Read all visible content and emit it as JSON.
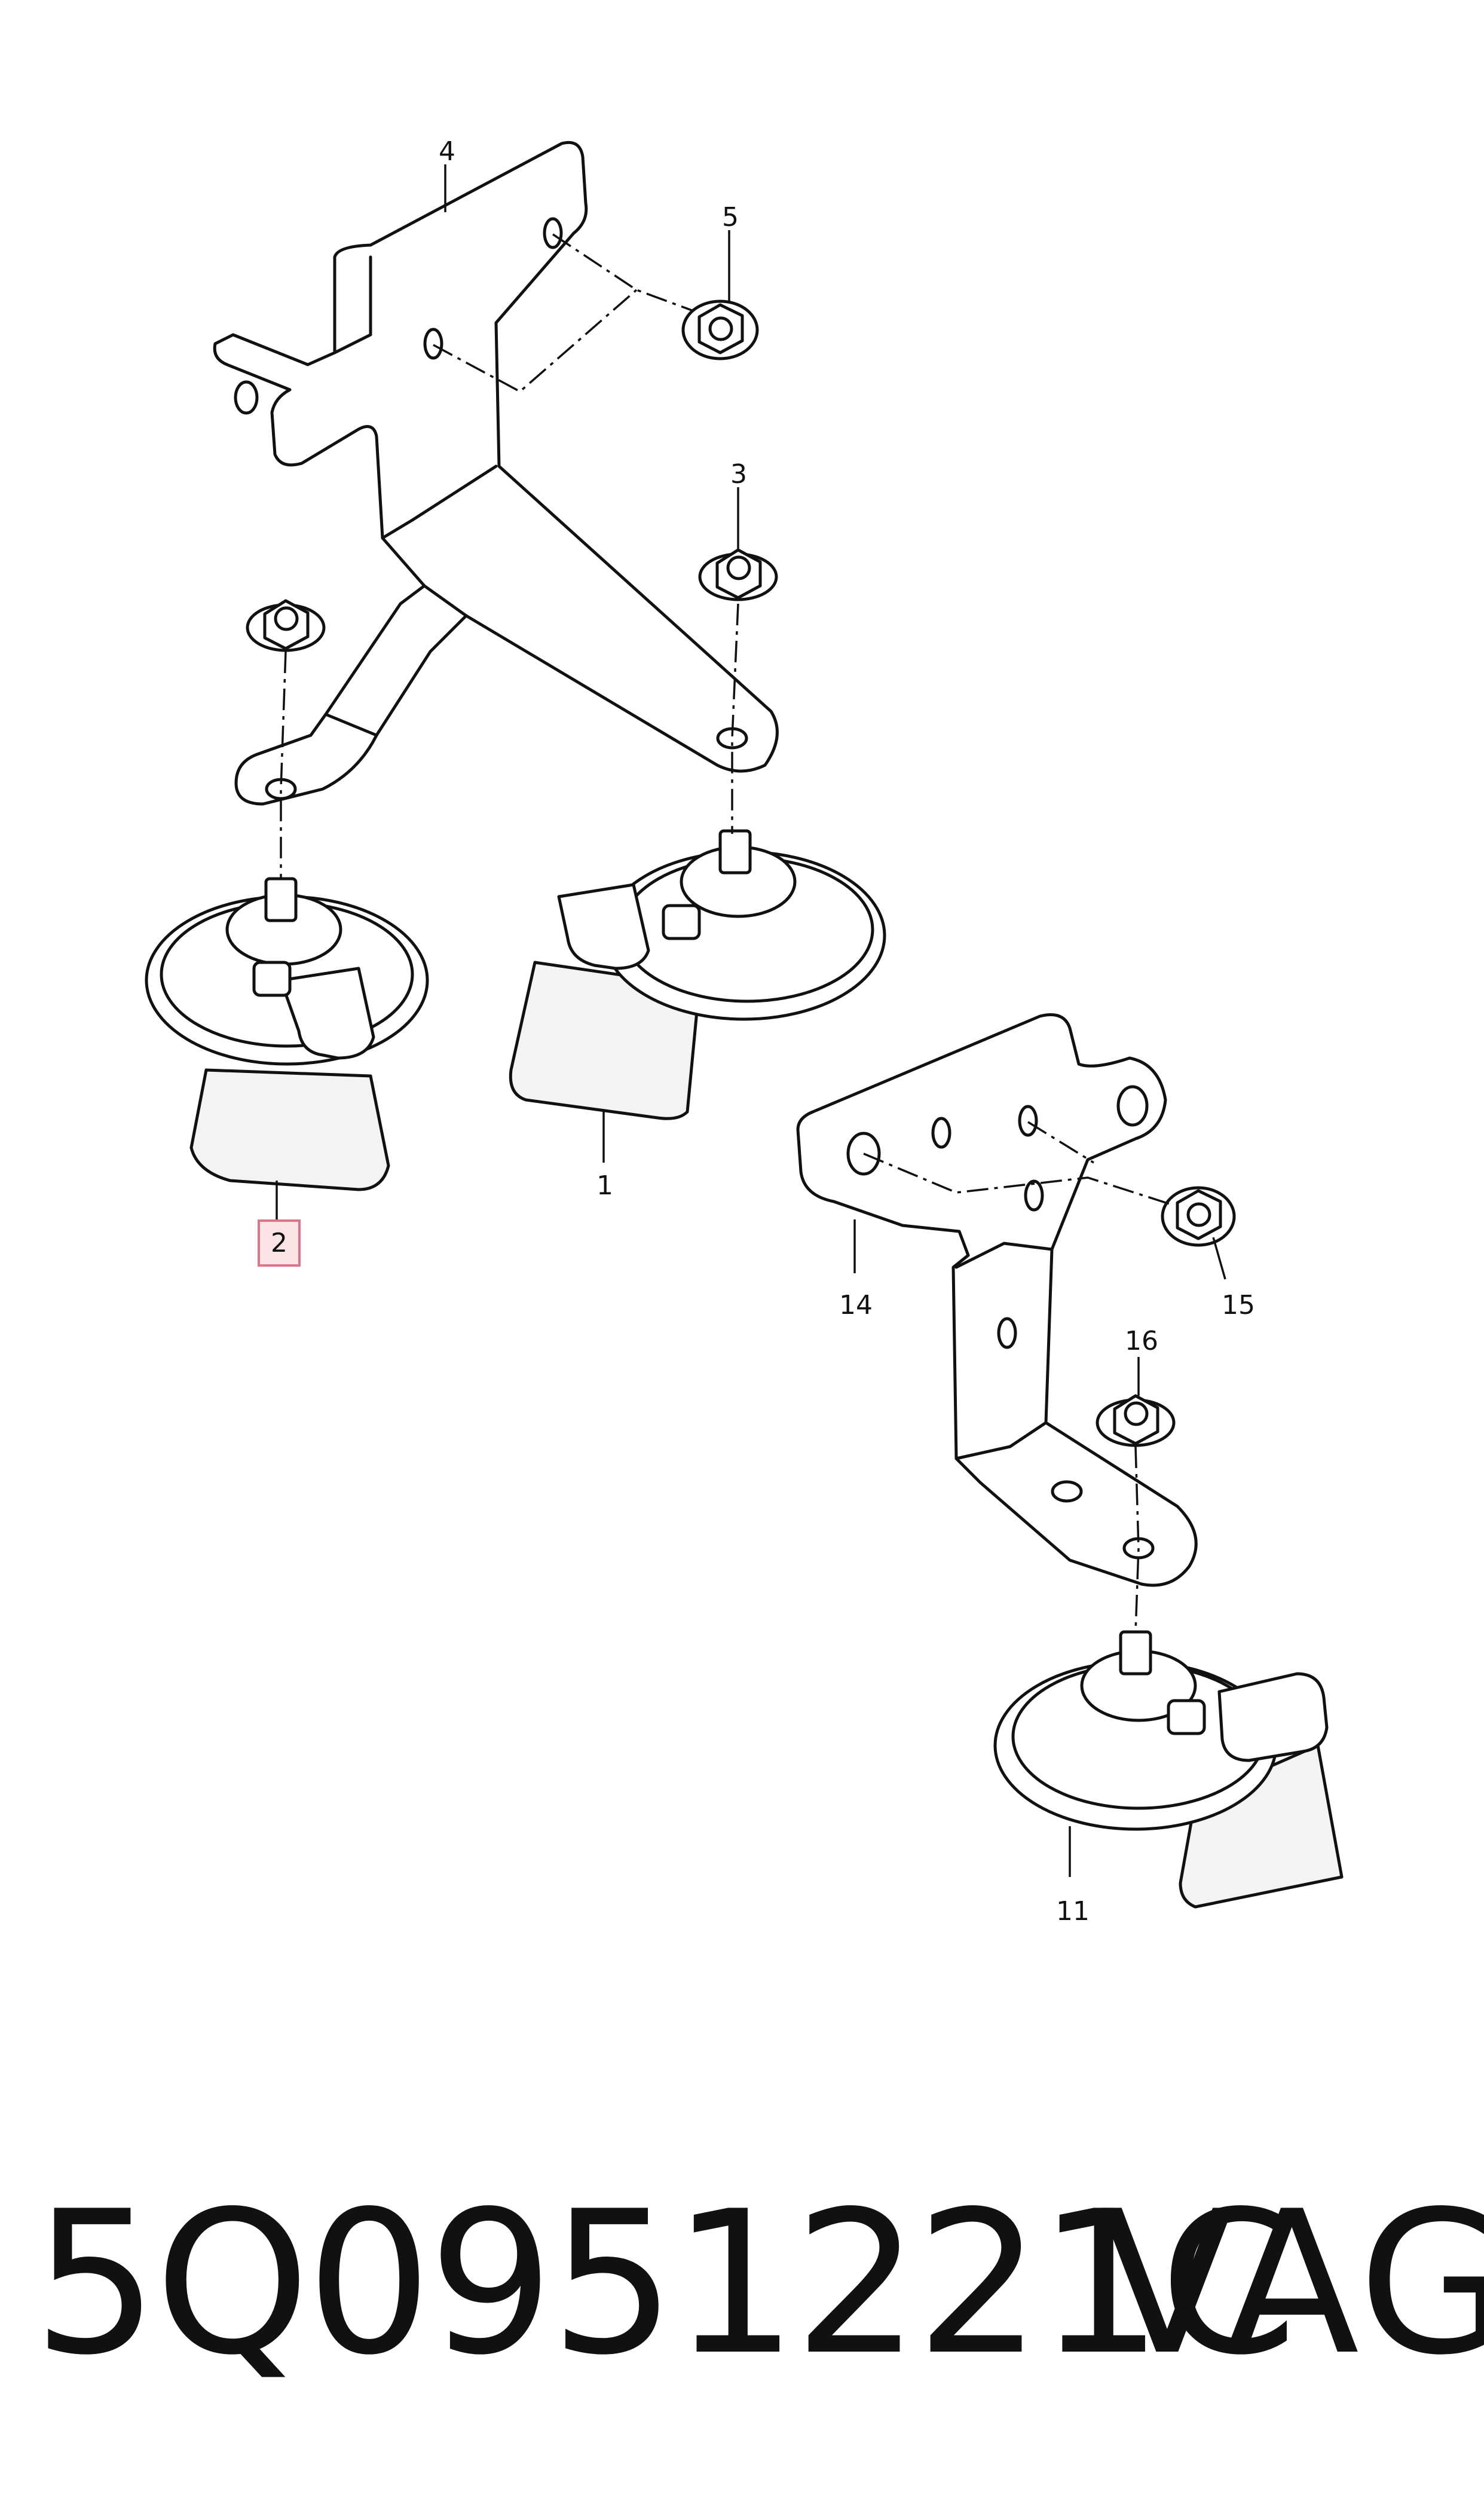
{
  "diagram": {
    "callouts": {
      "c1": "1",
      "c2": "2",
      "c3": "3",
      "c4": "4",
      "c5": "5",
      "c11": "11",
      "c14": "14",
      "c15": "15",
      "c16": "16"
    },
    "highlighted_callout": "2",
    "highlight_color": "#fbe3e6"
  },
  "footer": {
    "part_number": "5Q0951221C",
    "brand": "VAG"
  }
}
